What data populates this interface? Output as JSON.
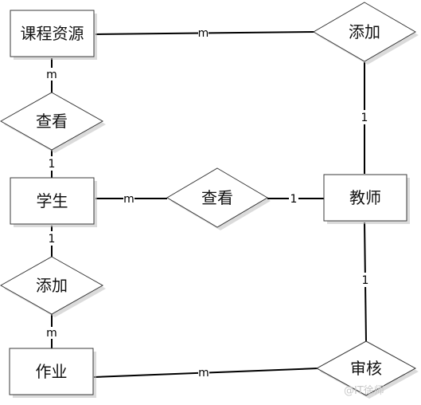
{
  "entities": {
    "course_resource": "课程资源",
    "student": "学生",
    "homework": "作业",
    "teacher": "教师"
  },
  "relations": {
    "add_top": "添加",
    "view_left": "查看",
    "view_mid": "查看",
    "add_left": "添加",
    "review": "审核"
  },
  "cardinalities": {
    "course_add": "m",
    "add_teacher": "1",
    "course_view": "m",
    "view_student": "1",
    "student_view": "m",
    "view_teacher": "1",
    "student_add": "1",
    "add_homework": "m",
    "teacher_review": "1",
    "homework_review": "m"
  },
  "watermark": "@IT徐师"
}
